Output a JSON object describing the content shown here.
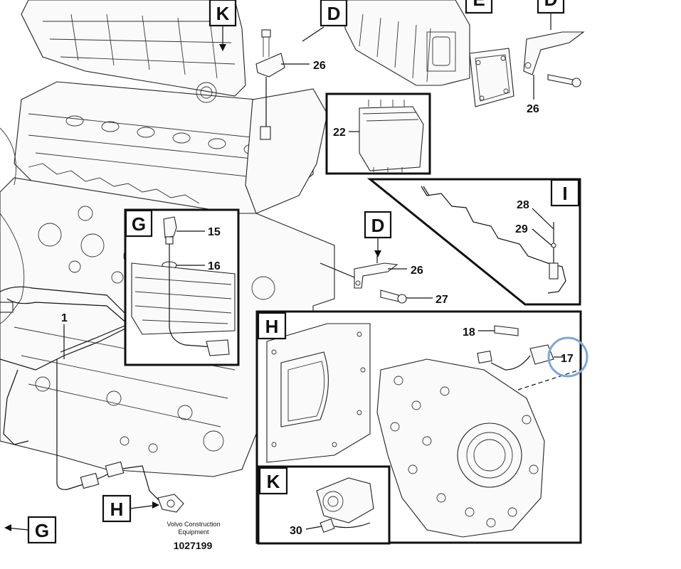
{
  "figure": {
    "publisher": "Volvo Construction Equipment",
    "publisher_line1": "Volvo Construction",
    "publisher_line2": "Equipment",
    "doc_number": "1027199"
  },
  "view_tags": {
    "K_top": "K",
    "D_top": "D",
    "E_top": "E",
    "D_topright": "D",
    "G_panel": "G",
    "I_panel": "I",
    "D_mid": "D",
    "H_panel": "H",
    "K_panel": "K",
    "H_callout": "H",
    "G_callout": "G"
  },
  "part_labels": {
    "p26_a": "26",
    "p26_b": "26",
    "p22": "22",
    "p28": "28",
    "p29": "29",
    "p15": "15",
    "p16": "16",
    "p26_c": "26",
    "p27": "27",
    "p18": "18",
    "p17": "17",
    "p30": "30",
    "p1": "1"
  },
  "highlight": {
    "color": "#7ea6d6",
    "target": "17"
  }
}
